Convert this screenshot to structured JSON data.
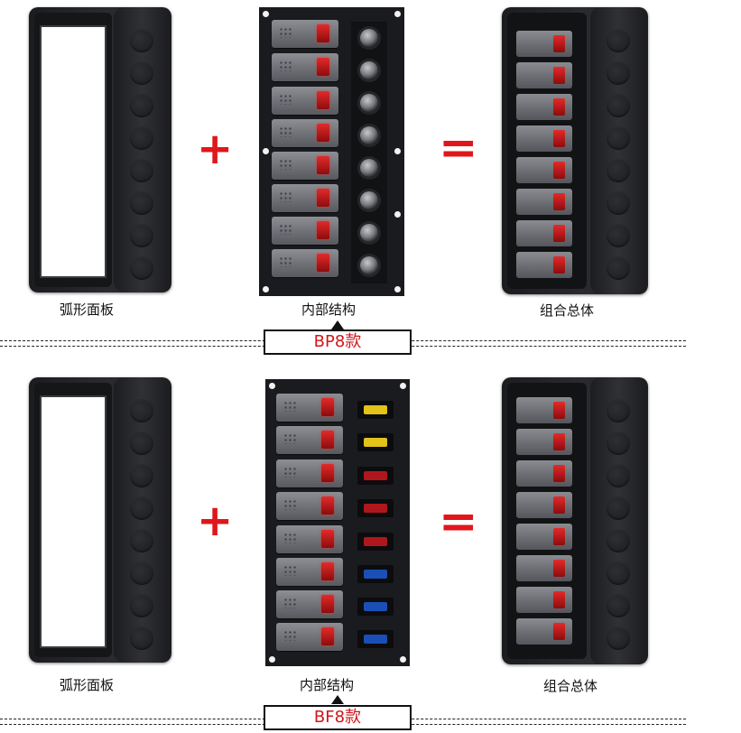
{
  "sections": [
    {
      "captions": {
        "left": "弧形面板",
        "middle": "内部结构",
        "right": "组合总体"
      },
      "plus": "+",
      "equals": "=",
      "model": "BP8款",
      "colors": {
        "accent": "#e0161b"
      }
    },
    {
      "captions": {
        "left": "弧形面板",
        "middle": "内部结构",
        "right": "组合总体"
      },
      "plus": "+",
      "equals": "=",
      "model": "BF8款",
      "fuse_colors": [
        "#e3c21a",
        "#e3c21a",
        "#b0171c",
        "#b0171c",
        "#b0171c",
        "#1a4fb5",
        "#1a4fb5",
        "#1a4fb5"
      ]
    }
  ]
}
